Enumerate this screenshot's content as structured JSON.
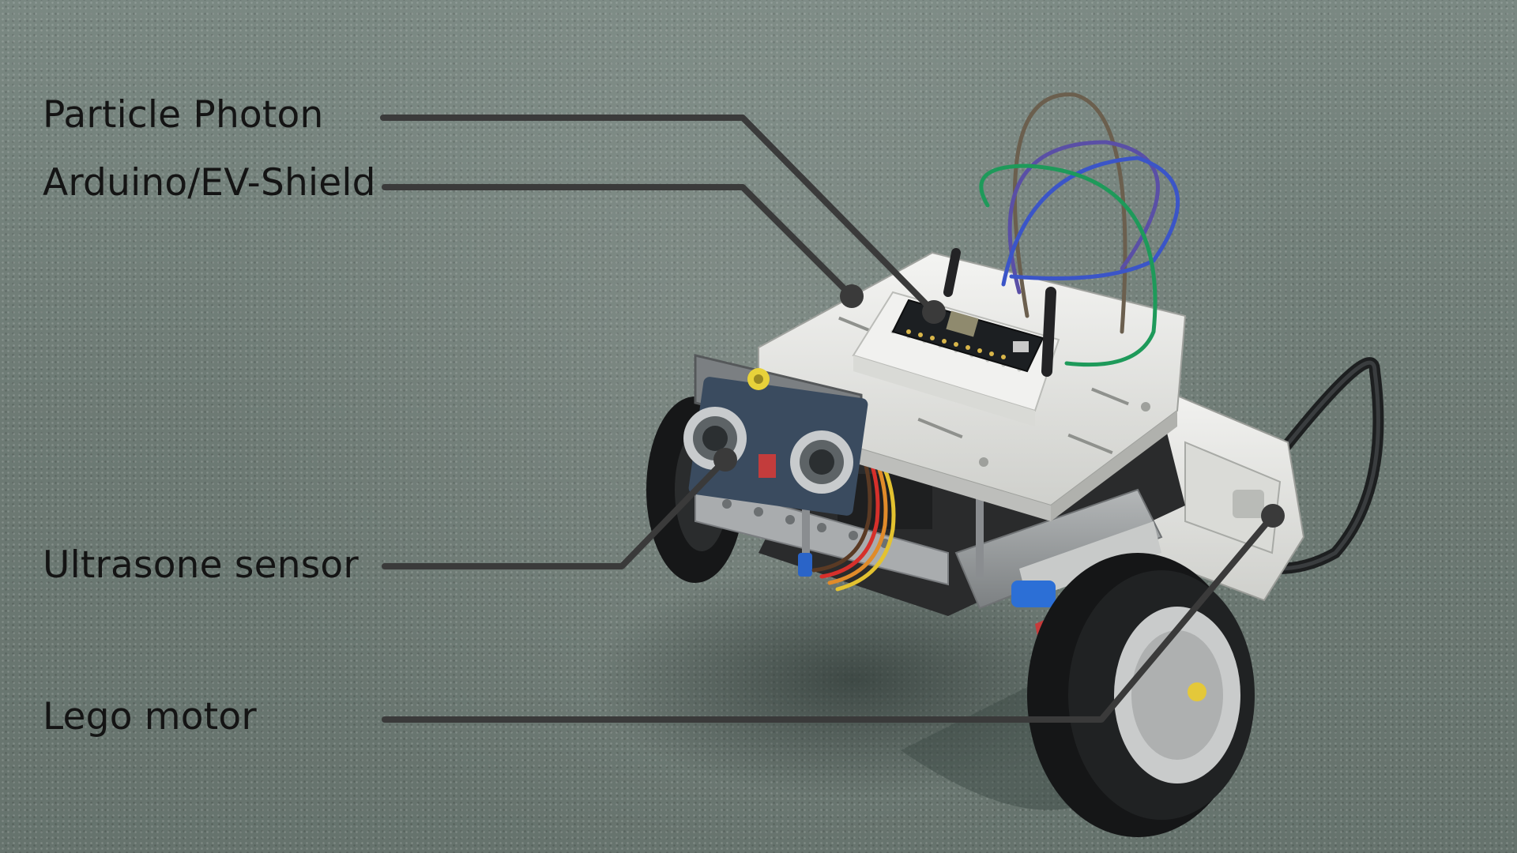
{
  "labels": {
    "particle_photon": "Particle Photon",
    "arduino_shield": "Arduino/EV-Shield",
    "ultrasone_sensor": "Ultrasone sensor",
    "lego_motor": "Lego motor"
  },
  "colors": {
    "leader_line": "#3a3a3a",
    "floor": "#6e7c76",
    "label_text": "#141414"
  }
}
